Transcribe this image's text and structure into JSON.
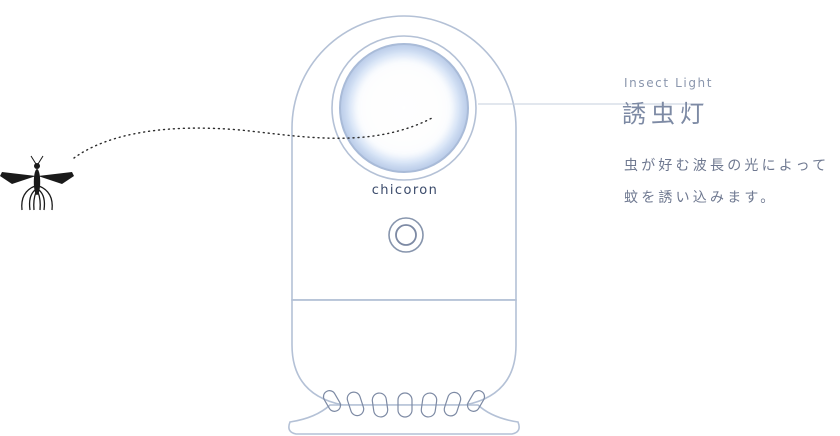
{
  "callout": {
    "title_en": "Insect Light",
    "title_ja": "誘虫灯",
    "description_lines": [
      "虫が好む波長の光によって",
      "蚊を誘い込みます。"
    ]
  },
  "device": {
    "brand": "chicoron"
  },
  "colors": {
    "outline": "#aab8d0",
    "light_glow": "#dde8f8",
    "text_primary": "#7d8aa4",
    "insect": "#1a1a1a"
  }
}
